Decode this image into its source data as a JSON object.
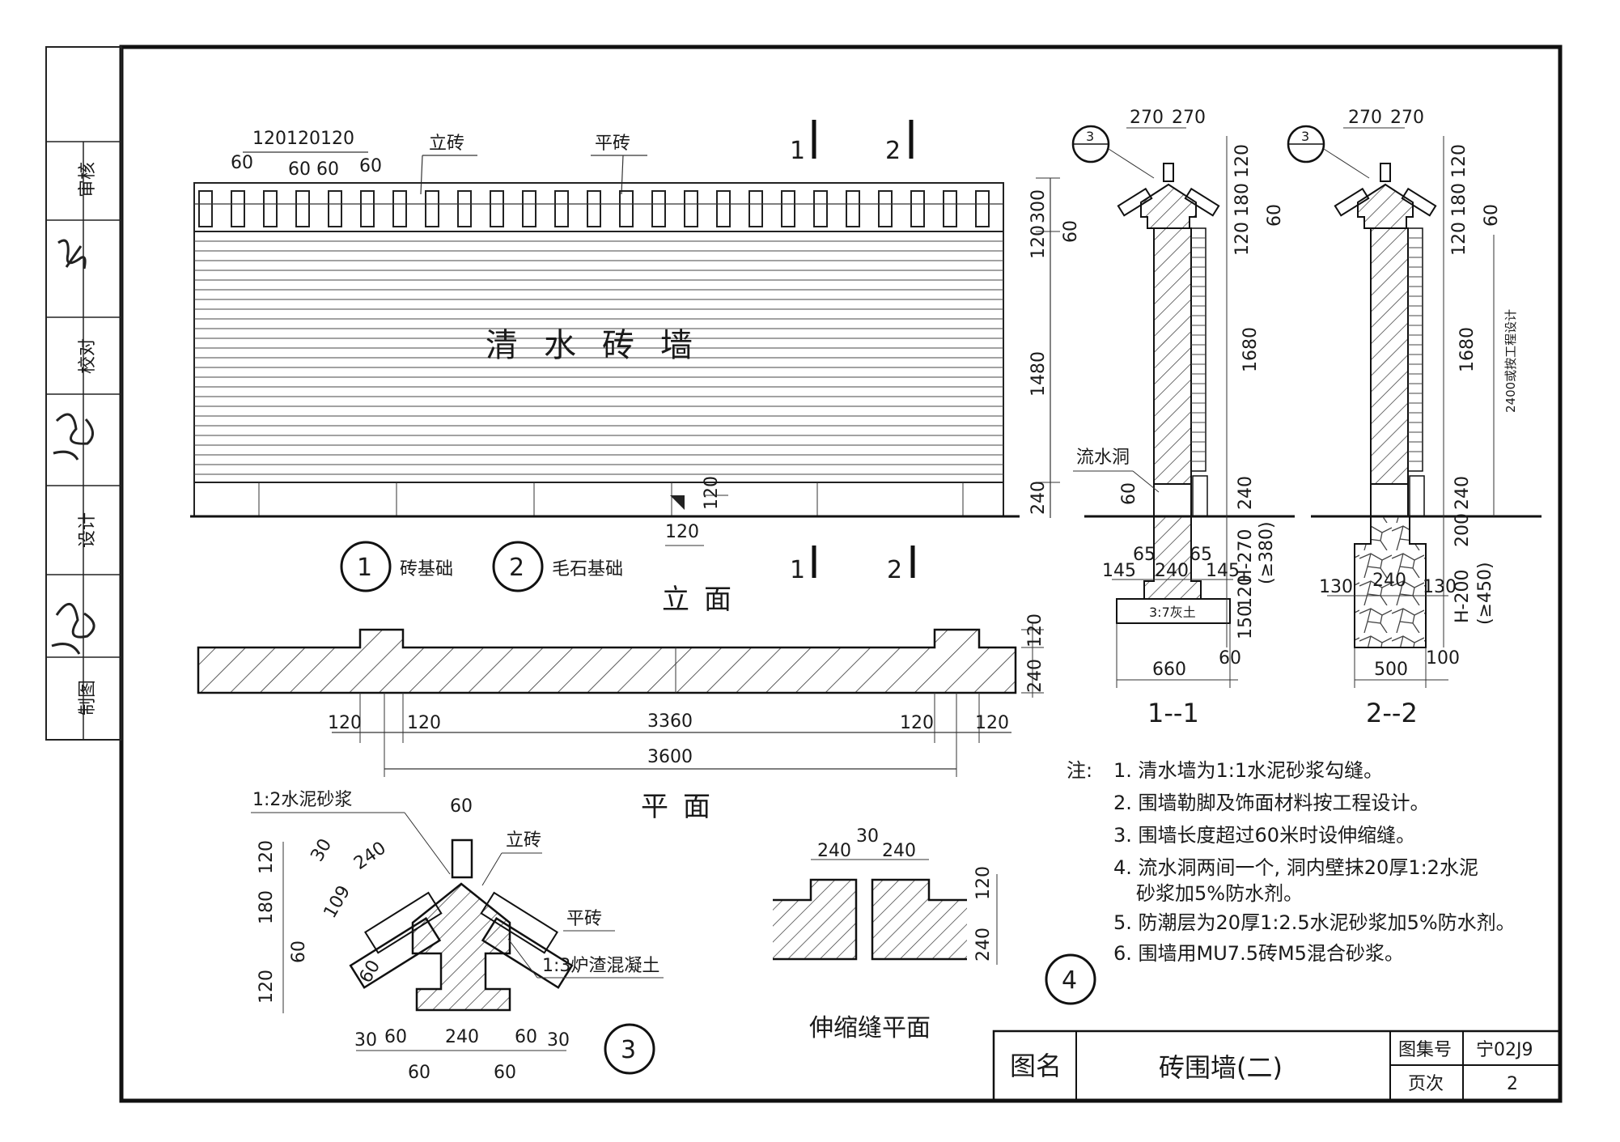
{
  "side_block": {
    "review_label": "审核",
    "proofread_label": "校对",
    "design_label": "设计",
    "drawing_label": "制图"
  },
  "elevation": {
    "title": "立面",
    "wall_text": "清水砖墙",
    "upright_brick": "立砖",
    "flat_brick": "平砖",
    "top_dim_a": "120120120",
    "top_dim_b": "60",
    "top_dim_c": "60 60",
    "top_dim_d": "60",
    "section_mark_1": "1",
    "section_mark_2": "2",
    "dim_300": "300",
    "dim_60": "60",
    "dim_120": "120",
    "dim_1480": "1480",
    "dim_240": "240",
    "step_120a": "120",
    "step_120b": "120",
    "foundation_1_no": "1",
    "foundation_1": "砖基础",
    "foundation_2_no": "2",
    "foundation_2": "毛石基础"
  },
  "plan": {
    "title": "平面",
    "dim_120_top": "120",
    "dim_240": "240",
    "d_120_l1": "120",
    "d_120_l2": "120",
    "d_3360": "3360",
    "d_120_r1": "120",
    "d_120_r2": "120",
    "d_3600": "3600"
  },
  "detail3": {
    "number": "3",
    "mortar": "1:2水泥砂浆",
    "upright": "立砖",
    "flat": "平砖",
    "concrete": "1:3炉渣混凝土",
    "d60_top": "60",
    "d240": "240",
    "d30": "30",
    "d120a": "120",
    "d180": "180",
    "d60": "60",
    "d120b": "120",
    "d109": "109",
    "d60c": "60",
    "b30a": "30",
    "b60a": "60",
    "b240": "240",
    "b60b": "60",
    "b30b": "30",
    "c60a": "60",
    "c60b": "60"
  },
  "joint": {
    "title": "伸缩缝平面",
    "d240a": "240",
    "d30": "30",
    "d240b": "240",
    "v120": "120",
    "v240": "240"
  },
  "section1": {
    "title": "1--1",
    "callout": "3",
    "drain": "流水洞",
    "w270a": "270",
    "w270b": "270",
    "h120": "120",
    "h180": "180",
    "h60": "60",
    "h120b": "120",
    "h1680": "1680",
    "h240": "240",
    "h60b": "60",
    "hH": "H-270",
    "hH2": "(≥380)",
    "f65a": "65",
    "f65b": "65",
    "f145a": "145",
    "f240": "240",
    "f145b": "145",
    "f120": "120",
    "f150": "150",
    "lime": "3:7灰土",
    "f660": "660",
    "f60": "60"
  },
  "section2": {
    "title": "2--2",
    "callout": "3",
    "w270a": "270",
    "w270b": "270",
    "h120": "120",
    "h180": "180",
    "h60": "60",
    "h120b": "120",
    "h1680": "1680",
    "h240": "240",
    "h200": "200",
    "hH": "H-200",
    "hH2": "(≥450)",
    "total": "2400或按工程设计",
    "f130a": "130",
    "f240": "240",
    "f130b": "130",
    "f500": "500",
    "f100": "100"
  },
  "notes": {
    "label": "注:",
    "items": [
      "1. 清水墙为1:1水泥砂浆勾缝。",
      "2. 围墙勒脚及饰面材料按工程设计。",
      "3. 围墙长度超过60米时设伸缩缝。",
      "4. 流水洞两间一个, 洞内壁抹20厚1:2水泥",
      "砂浆加5%防水剂。",
      "5. 防潮层为20厚1:2.5水泥砂浆加5%防水剂。",
      "6. 围墙用MU7.5砖M5混合砂浆。"
    ],
    "circle_no": "4"
  },
  "title_block": {
    "name_label": "图名",
    "name": "砖围墙(二)",
    "atlas_label": "图集号",
    "atlas_no": "宁02J9",
    "page_label": "页次",
    "page_no": "2"
  }
}
